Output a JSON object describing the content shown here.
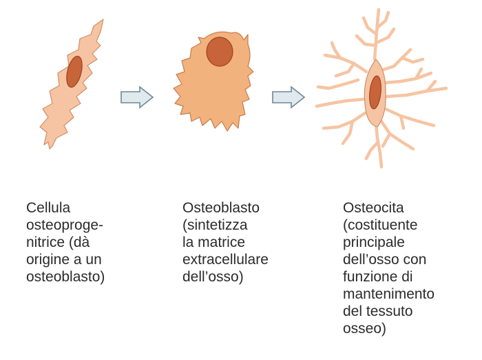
{
  "colors": {
    "cytoplasm": "#f6c4a2",
    "cytoplasm_stroke": "#d08e68",
    "osteoblast_body": "#f1b27e",
    "osteoblast_stroke": "#c97a49",
    "nucleus": "#c8643a",
    "nucleus_stroke": "#9c4420",
    "arrow_fill": "#dfe9ee",
    "arrow_stroke": "#6e8796",
    "text": "#2b2b2b"
  },
  "captions": [
    {
      "cell": "osteoprogenitor",
      "lines": [
        "Cellula",
        "osteoproge-",
        "nitrice (dà",
        "origine a un",
        "osteoblasto)"
      ]
    },
    {
      "cell": "osteoblast",
      "lines": [
        "Osteoblasto",
        "(sintetizza",
        "la matrice",
        "extracellulare",
        "dell’osso)"
      ]
    },
    {
      "cell": "osteocyte",
      "lines": [
        "Osteocita",
        "(costituente",
        "principale",
        "dell’osso con",
        "funzione di",
        "mantenimento",
        "del tessuto",
        "osseo)"
      ]
    }
  ]
}
